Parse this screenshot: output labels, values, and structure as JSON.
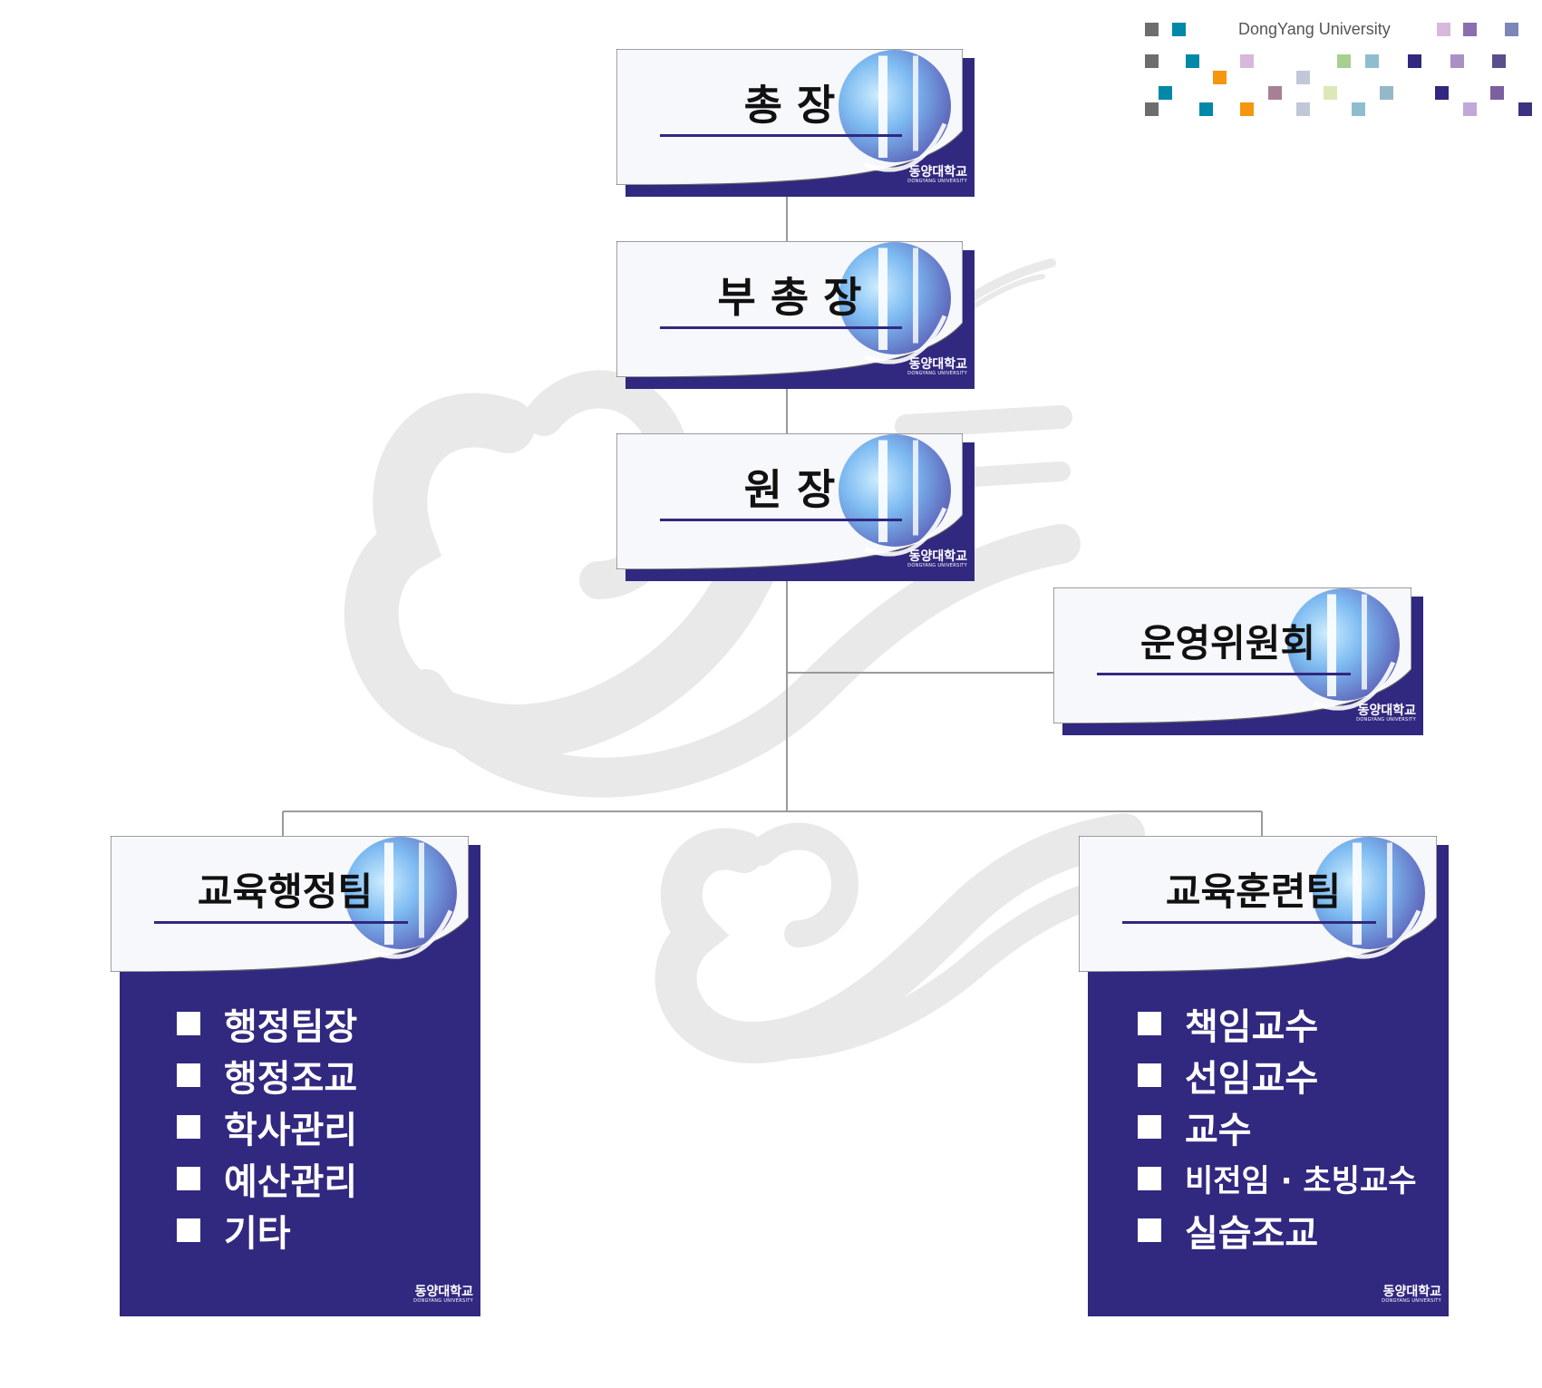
{
  "header": {
    "university": "DongYang University"
  },
  "brand": {
    "name": "동양대학교",
    "sub": "DONGYANG UNIVERSITY"
  },
  "colors": {
    "navy": "#312880",
    "face": "#f7f8fb",
    "line": "#9a9a9a"
  },
  "org": {
    "president": "총 장",
    "vice_president": "부 총 장",
    "director": "원 장",
    "committee": "운영위원회",
    "admin_team": {
      "name": "교육행정팀",
      "items": [
        "행정팀장",
        "행정조교",
        "학사관리",
        "예산관리",
        "기타"
      ]
    },
    "training_team": {
      "name": "교육훈련팀",
      "items": [
        "책임교수",
        "선임교수",
        "교수",
        "비전임 · 초빙교수",
        "실습조교"
      ]
    }
  }
}
